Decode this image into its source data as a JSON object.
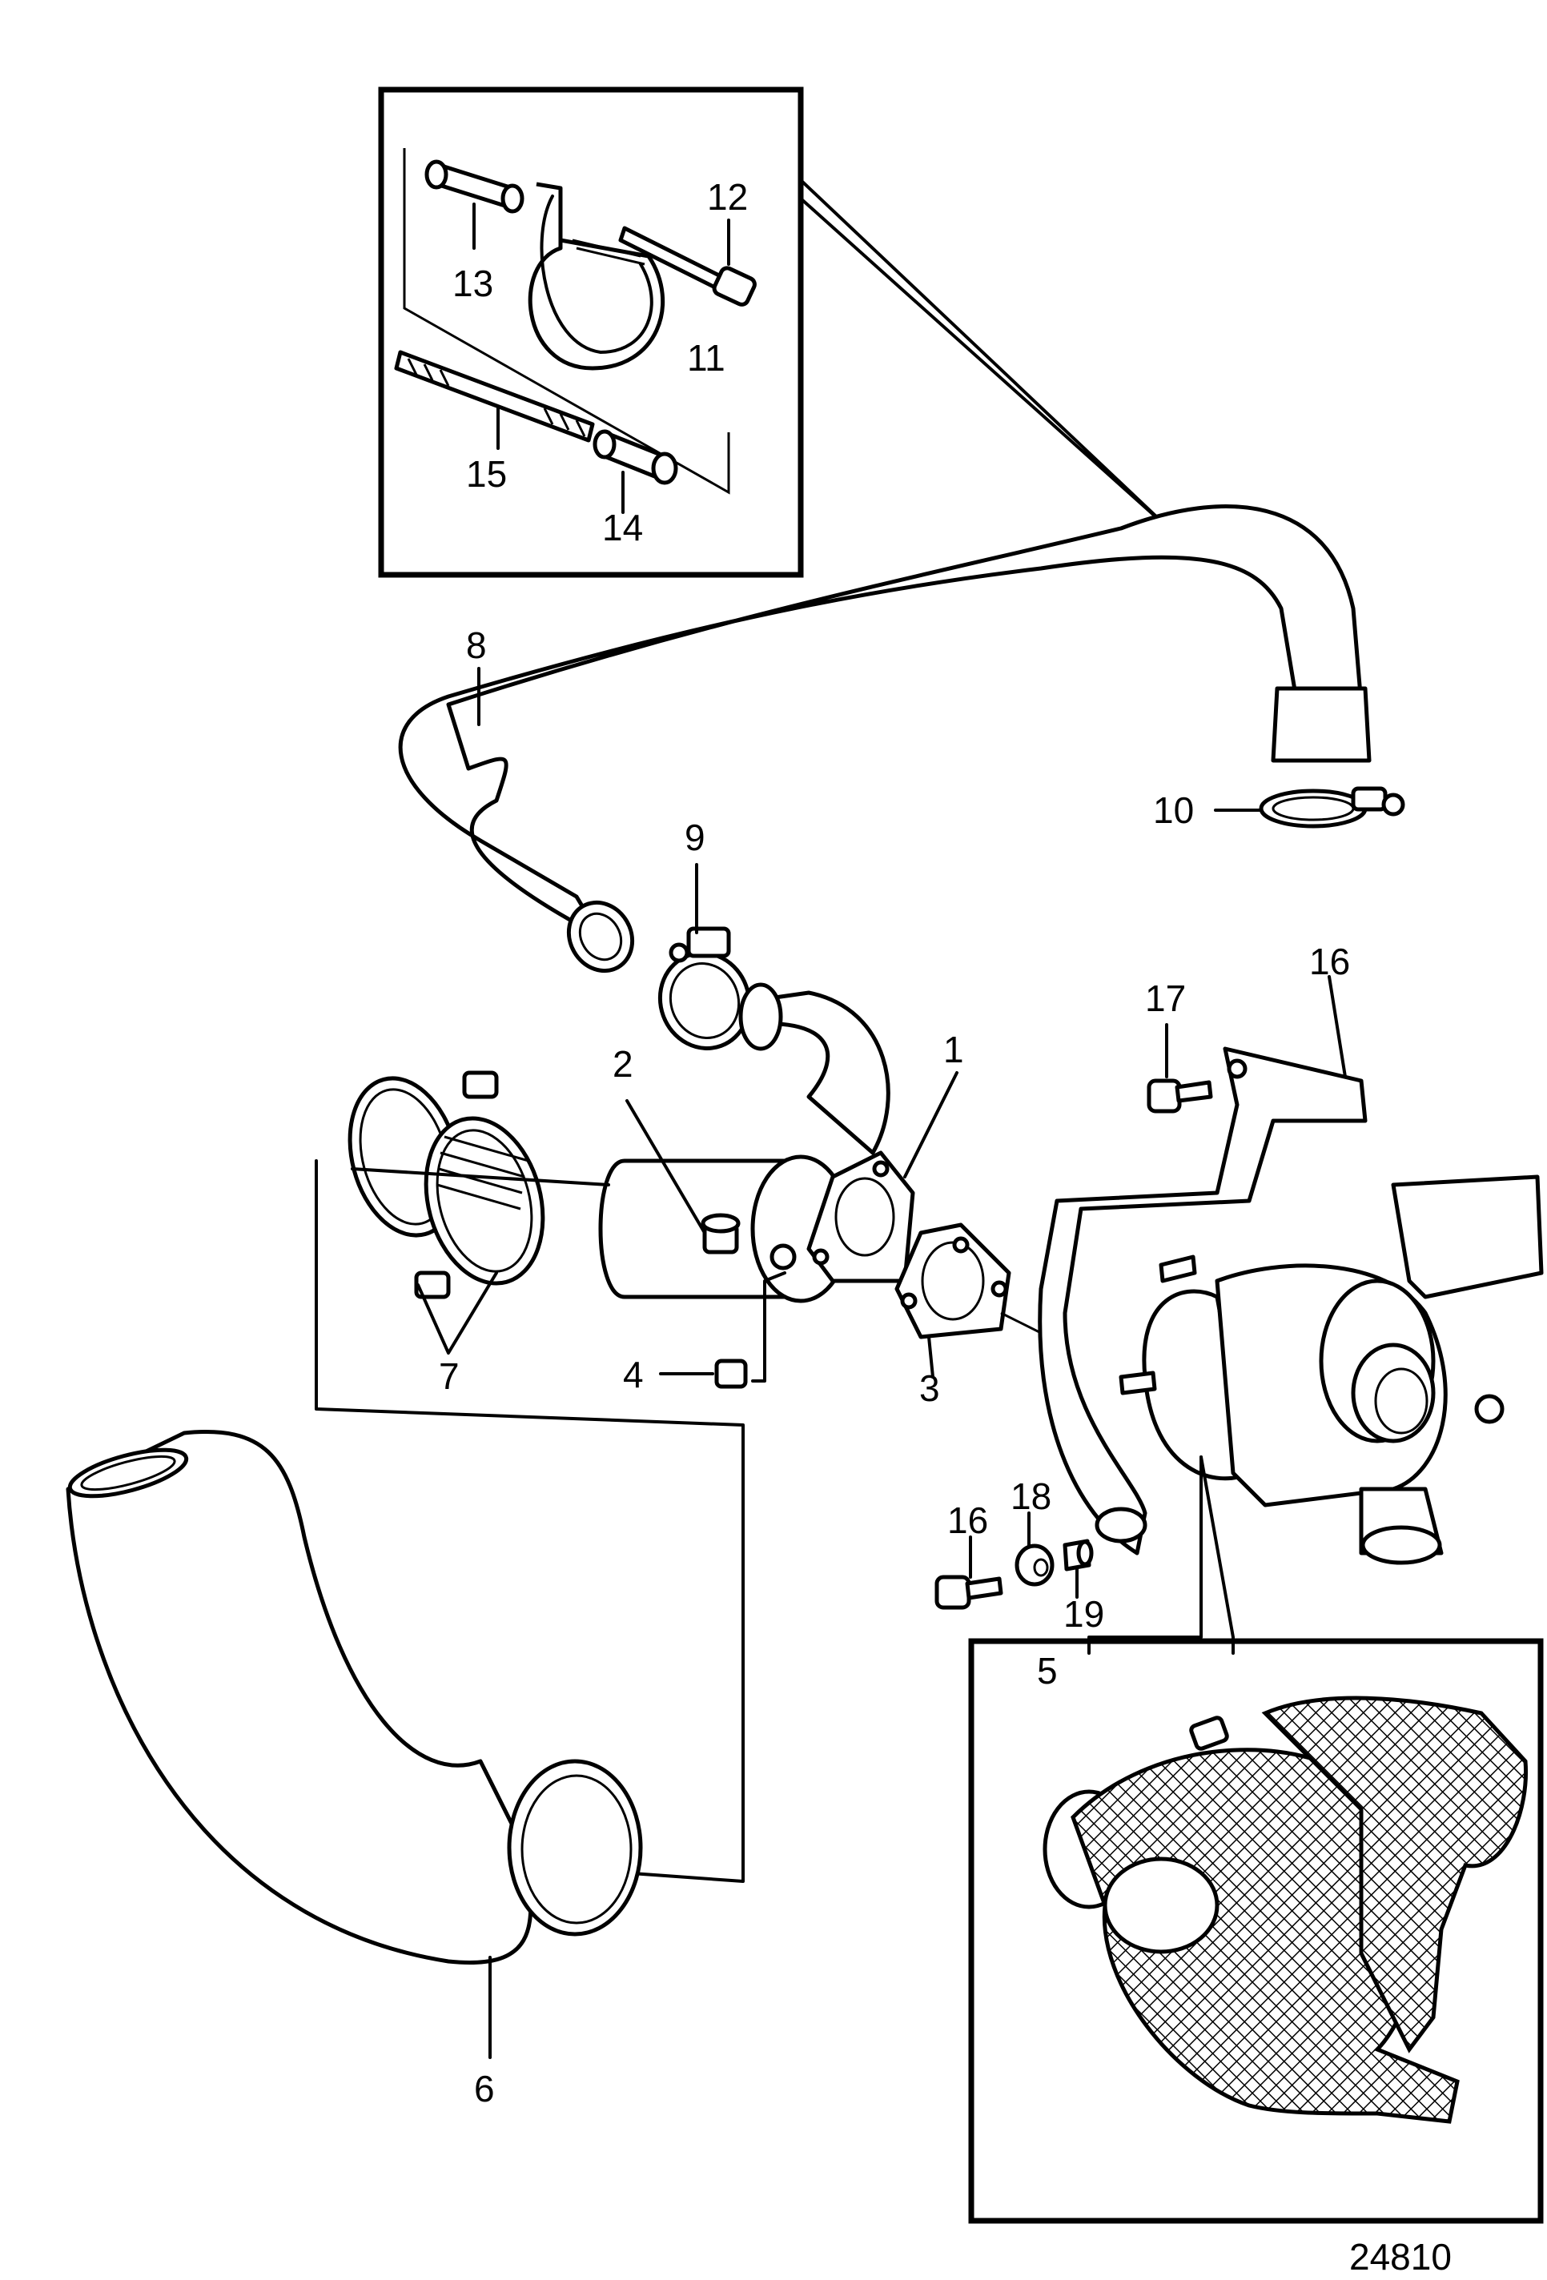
{
  "drawing_number": "24810",
  "labels": {
    "n1": "1",
    "n2": "2",
    "n3": "3",
    "n4": "4",
    "n5": "5",
    "n6": "6",
    "n7": "7",
    "n8": "8",
    "n9": "9",
    "n10": "10",
    "n11": "11",
    "n12": "12",
    "n13": "13",
    "n14": "14",
    "n15": "15",
    "n16a": "16",
    "n16b": "16",
    "n17": "17",
    "n18": "18",
    "n19": "19"
  },
  "colors": {
    "line": "#000000",
    "background": "#ffffff"
  }
}
